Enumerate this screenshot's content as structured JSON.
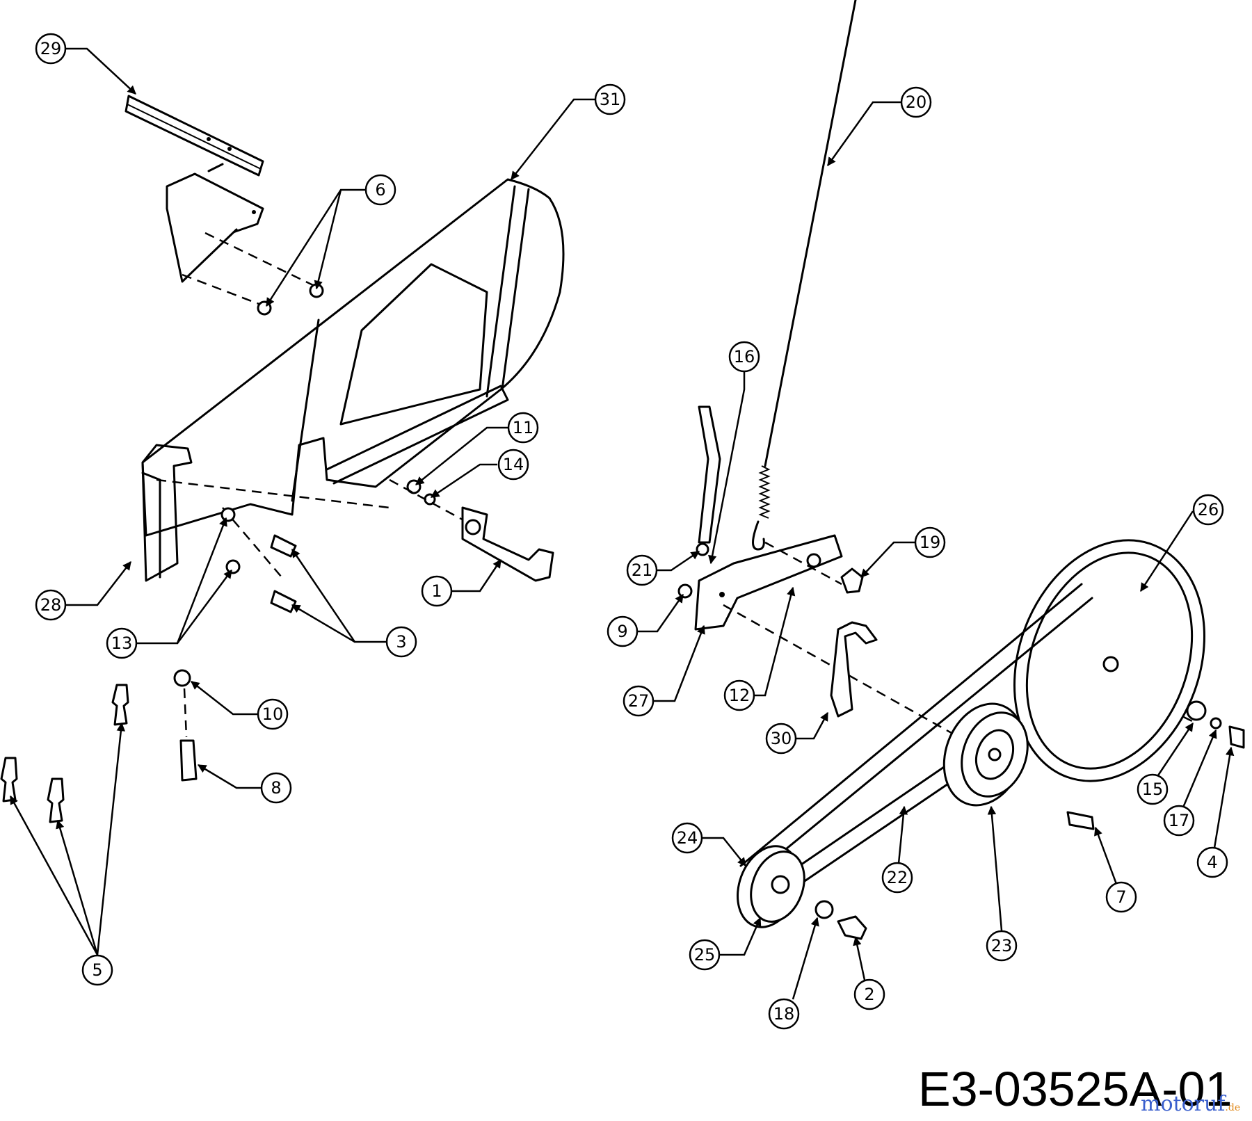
{
  "diagram": {
    "drawing_code": "E3-03525A-01",
    "watermark": {
      "name": "motoruf",
      "suffix": ".de"
    },
    "callouts": [
      "1",
      "2",
      "3",
      "4",
      "5",
      "6",
      "7",
      "8",
      "9",
      "10",
      "11",
      "12",
      "13",
      "14",
      "15",
      "16",
      "17",
      "18",
      "19",
      "20",
      "21",
      "22",
      "23",
      "24",
      "25",
      "26",
      "27",
      "28",
      "29",
      "30",
      "31"
    ],
    "colors": {
      "line": "#000000",
      "background": "#ffffff",
      "watermark_blue": "#3a5fcd",
      "watermark_orange": "#e08a1e"
    }
  }
}
